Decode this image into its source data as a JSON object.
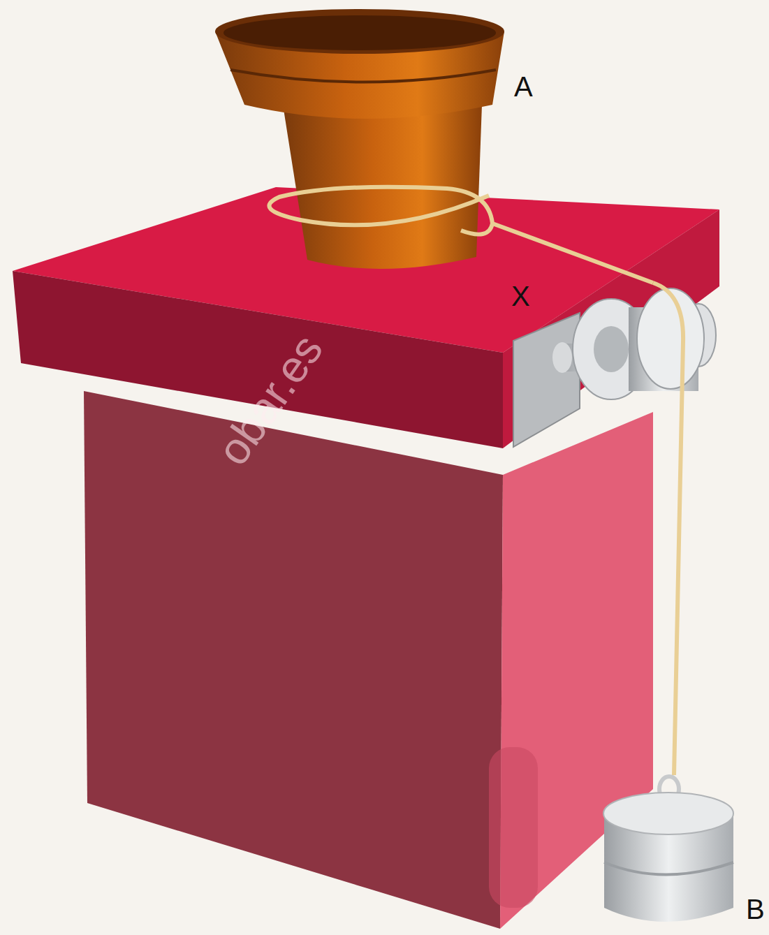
{
  "diagram": {
    "labels": [
      "A",
      "X",
      "B",
      "obar.es"
    ]
  }
}
